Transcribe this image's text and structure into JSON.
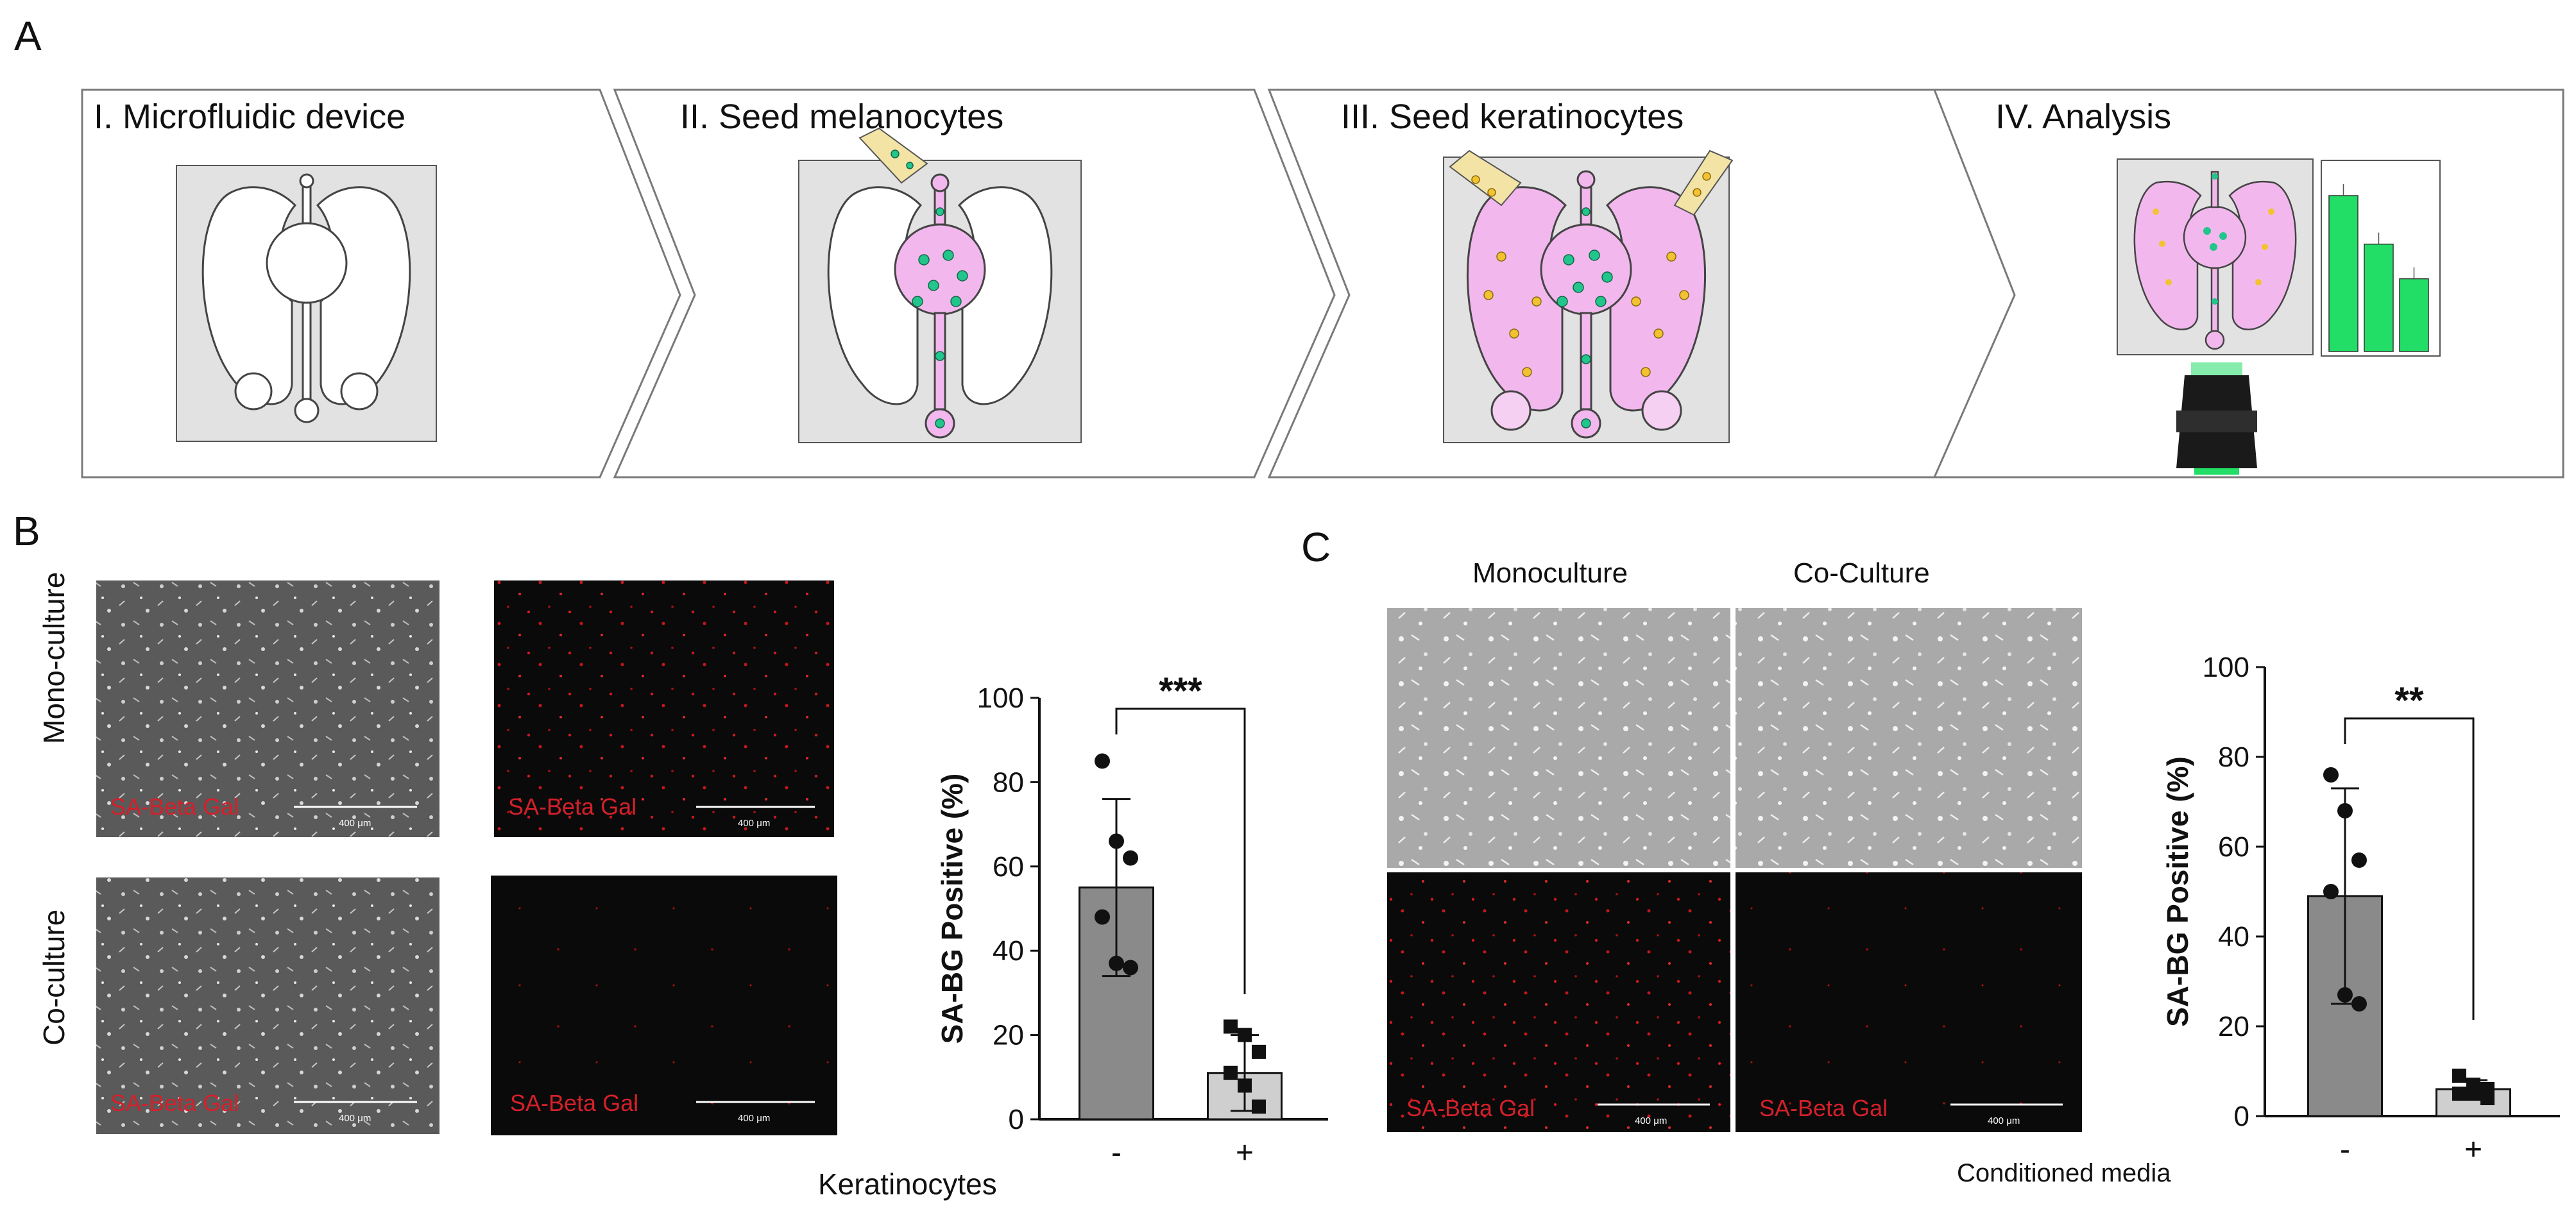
{
  "panel_labels": {
    "a": "A",
    "b": "B",
    "c": "C"
  },
  "workflow": {
    "steps": [
      {
        "label": "I. Microfluidic device"
      },
      {
        "label": "II. Seed melanocytes"
      },
      {
        "label": "III. Seed keratinocytes"
      },
      {
        "label": "IV. Analysis"
      }
    ],
    "analysis_mini_bars": [
      0.9,
      0.62,
      0.42
    ],
    "colors": {
      "chamber_pink": "#f2b8ee",
      "cell_green": "#22c58b",
      "cell_yellow": "#f2c230",
      "bar_green": "#22dd66",
      "arrow_border": "#7a7a7a"
    }
  },
  "panel_b": {
    "row_labels": [
      "Mono-culture",
      "Co-culture"
    ],
    "image_caption": "SA-Beta Gal",
    "scale_label": "400 μm",
    "x_group_label": "Keratinocytes"
  },
  "panel_c": {
    "col_labels": [
      "Monoculture",
      "Co-Culture"
    ],
    "image_caption": "SA-Beta Gal",
    "scale_label": "400 μm",
    "x_group_label": "Conditioned media"
  },
  "chart_data": [
    {
      "type": "bar",
      "ylabel": "SA-BG Positive (%)",
      "ylim": [
        0,
        100
      ],
      "yticks": [
        "0",
        "20",
        "40",
        "60",
        "80",
        "100"
      ],
      "categories": [
        "-",
        "+"
      ],
      "values": [
        55,
        11
      ],
      "error": [
        21,
        9
      ],
      "points": [
        [
          85,
          66,
          62,
          48,
          37,
          36
        ],
        [
          22,
          20,
          16,
          11,
          8,
          3
        ]
      ],
      "significance": "***",
      "bar_colors": [
        "#8a8a8a",
        "#cfcfcf"
      ]
    },
    {
      "type": "bar",
      "ylabel": "SA-BG Positive (%)",
      "ylim": [
        0,
        100
      ],
      "yticks": [
        "0",
        "20",
        "40",
        "60",
        "80",
        "100"
      ],
      "categories": [
        "-",
        "+"
      ],
      "values": [
        49,
        6
      ],
      "error": [
        24,
        2
      ],
      "points": [
        [
          76,
          68,
          57,
          50,
          27,
          25
        ],
        [
          9,
          7,
          6,
          5,
          5,
          4
        ]
      ],
      "significance": "**",
      "bar_colors": [
        "#8a8a8a",
        "#cfcfcf"
      ]
    }
  ]
}
